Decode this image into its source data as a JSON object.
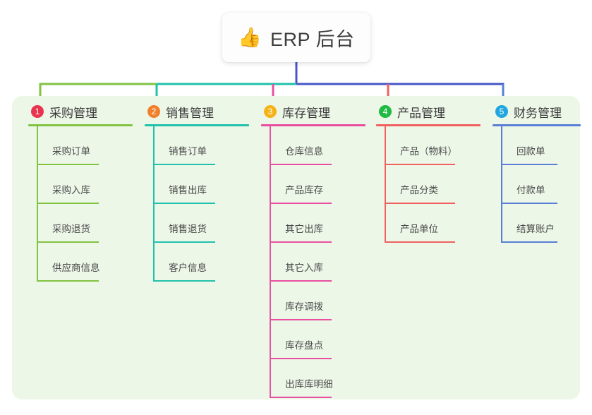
{
  "root": {
    "icon": "thumbs-up-icon",
    "emoji": "👍",
    "title": "ERP 后台"
  },
  "diagram": {
    "type": "mindmap",
    "panel_background": "#edf7e8",
    "root_stem_color": "#4756c6"
  },
  "columns": [
    {
      "number": "1",
      "title": "采购管理",
      "badge_color": "#e8344e",
      "line_color": "#82c341",
      "items": [
        "采购订单",
        "采购入库",
        "采购退货",
        "供应商信息"
      ]
    },
    {
      "number": "2",
      "title": "销售管理",
      "badge_color": "#f0812c",
      "line_color": "#21c1ab",
      "items": [
        "销售订单",
        "销售出库",
        "销售退货",
        "客户信息"
      ]
    },
    {
      "number": "3",
      "title": "库存管理",
      "badge_color": "#f5b317",
      "line_color": "#e94fa0",
      "items": [
        "仓库信息",
        "产品库存",
        "其它出库",
        "其它入库",
        "库存调拨",
        "库存盘点",
        "出库库明细"
      ]
    },
    {
      "number": "4",
      "title": "产品管理",
      "badge_color": "#21ba45",
      "line_color": "#f0605f",
      "items": [
        "产品（物料）",
        "产品分类",
        "产品单位"
      ]
    },
    {
      "number": "5",
      "title": "财务管理",
      "badge_color": "#20a7e0",
      "line_color": "#5a7fd4",
      "items": [
        "回款单",
        "付款单",
        "结算账户"
      ]
    }
  ]
}
